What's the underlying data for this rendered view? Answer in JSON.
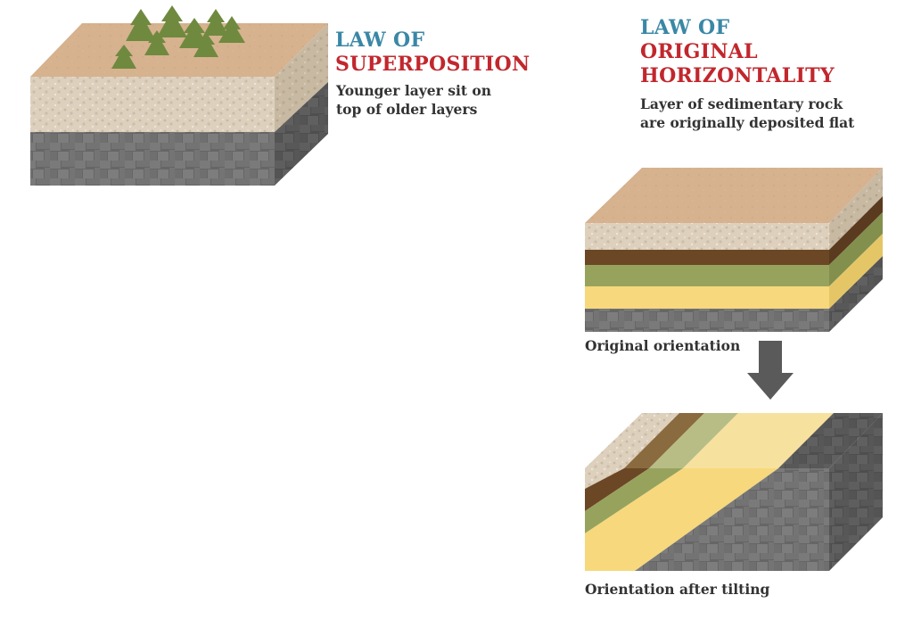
{
  "superposition": {
    "title_line1": "LAW OF",
    "title_line2": "SUPERPOSITION",
    "description_line1": "Younger layer sit on",
    "description_line2": "top of older layers"
  },
  "horizontality": {
    "title_line1": "LAW OF",
    "title_line2": "ORIGINAL",
    "title_line3": "HORIZONTALITY",
    "description_line1": "Layer of sedimentary rock",
    "description_line2": "are originally deposited flat"
  },
  "captions": {
    "original": "Original orientation",
    "tilted": "Orientation after tilting"
  },
  "colors": {
    "title_blue": "#3a87a6",
    "title_red": "#c1272d",
    "text_dark": "#333333",
    "soil_top": "#d6b28f",
    "sand_layer": "#ddd0bd",
    "brown_layer": "#6b4726",
    "olive_layer": "#97a35d",
    "yellow_layer": "#f7d87c",
    "rock_layer": "#5c5c5c",
    "tree_green": "#6f8a3f",
    "arrow_gray": "#5a5a5a"
  }
}
